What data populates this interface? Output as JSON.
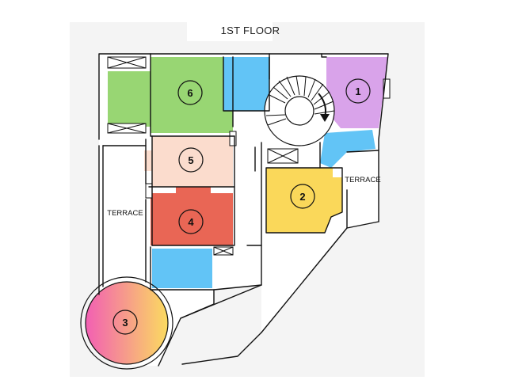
{
  "floor_title": "1ST FLOOR",
  "terrace_left": "TERRACE",
  "terrace_right": "TERRACE",
  "rooms": [
    {
      "label": "1",
      "color": "#d9a3ea"
    },
    {
      "label": "2",
      "color": "#fad85a"
    },
    {
      "label": "3",
      "color": "gradient-pink-yellow"
    },
    {
      "label": "4",
      "color": "#e96655"
    },
    {
      "label": "5",
      "color": "#fbdccd"
    },
    {
      "label": "6",
      "color": "#98d673"
    }
  ],
  "colors": {
    "blue_area": "#62c4f6",
    "gradient_start": "#f25fb3",
    "gradient_end": "#fbdb60",
    "backdrop": "#f4f4f4"
  },
  "icons": {
    "spiral_staircase": "spiral-staircase-icon",
    "stair_direction": "arrow-down-icon"
  }
}
